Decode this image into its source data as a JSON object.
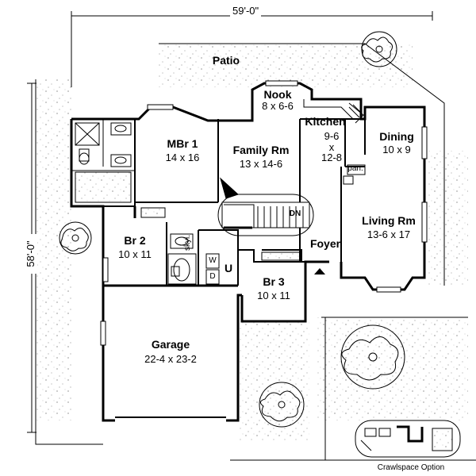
{
  "dimensions": {
    "width_label": "59'-0\"",
    "depth_label": "58'-0\""
  },
  "rooms": {
    "patio": {
      "name": "Patio"
    },
    "nook": {
      "name": "Nook",
      "size": "8 x 6-6"
    },
    "kitchen": {
      "name": "Kitchen",
      "size_line1": "9-6",
      "size_line2": "x",
      "size_line3": "12-8"
    },
    "dining": {
      "name": "Dining",
      "size": "10 x 9"
    },
    "mbr1": {
      "name": "MBr  1",
      "size": "14 x 16"
    },
    "family": {
      "name": "Family Rm",
      "size": "13 x 14-6"
    },
    "living": {
      "name": "Living Rm",
      "size": "13-6 x 17"
    },
    "br2": {
      "name": "Br  2",
      "size": "10 x 11"
    },
    "br3": {
      "name": "Br  3",
      "size": "10 x 11"
    },
    "foyer": {
      "name": "Foyer"
    },
    "garage": {
      "name": "Garage",
      "size": "22-4 x 23-2"
    }
  },
  "fixtures": {
    "pantry": "pan.",
    "washer": "W",
    "dryer": "D",
    "utility": "U",
    "skylight": "skyl.",
    "stair_down": "DN"
  },
  "inset": {
    "caption": "Crawlspace Option"
  },
  "colors": {
    "line": "#000000",
    "background": "#ffffff",
    "shade": "#b9b9b9"
  }
}
